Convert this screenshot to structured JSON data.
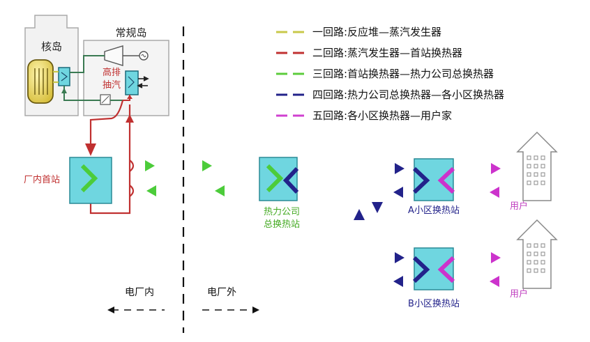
{
  "labels": {
    "nuclear_island": "核岛",
    "conventional_island": "常规岛",
    "high_pressure_extraction_1": "高排",
    "high_pressure_extraction_2": "抽汽",
    "in_plant_station": "厂内首站",
    "company_station_1": "热力公司",
    "company_station_2": "总换热站",
    "station_a": "A小区换热站",
    "station_b": "B小区换热站",
    "user_a": "用户",
    "user_b": "用户",
    "inside_plant": "电厂内",
    "outside_plant": "电厂外"
  },
  "legend": [
    {
      "text": "一回路:反应堆—蒸汽发生器",
      "color": "#c8c84a"
    },
    {
      "text": "二回路:蒸汽发生器—首站换热器",
      "color": "#c03030"
    },
    {
      "text": "三回路:首站换热器—热力公司总换热器",
      "color": "#5ccc3c"
    },
    {
      "text": "四回路:热力公司总换热器—各小区换热器",
      "color": "#22228a"
    },
    {
      "text": "五回路:各小区换热器—用户家",
      "color": "#d040d0"
    }
  ],
  "colors": {
    "primary_loop": "#c8c84a",
    "secondary_loop": "#c03030",
    "tertiary_loop": "#5ccc3c",
    "quaternary_loop": "#22228a",
    "fifth_loop": "#d040d0",
    "exchanger_fill": "#6fd6e0",
    "exchanger_stroke": "#2a8a96",
    "label_red": "#c03030",
    "label_green": "#44aa22",
    "label_blue": "#22228a",
    "label_magenta": "#c040c0"
  }
}
